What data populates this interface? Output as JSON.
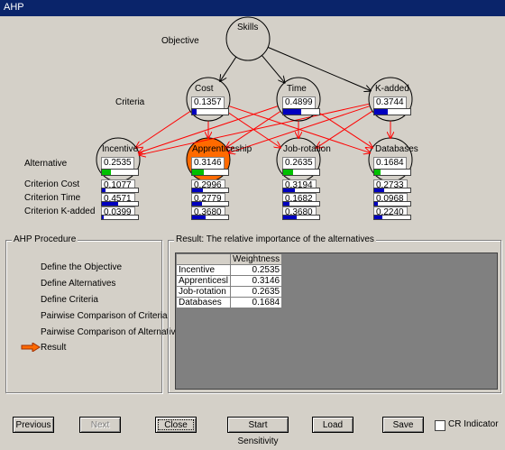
{
  "window": {
    "title": "AHP"
  },
  "diagram": {
    "objective_label": "Objective",
    "criteria_label": "Criteria",
    "alternative_label": "Alternative",
    "root": {
      "title": "Skills"
    },
    "criteria": [
      {
        "title": "Cost",
        "value": "0.1357",
        "level": 0.1357
      },
      {
        "title": "Time",
        "value": "0.4899",
        "level": 0.4899
      },
      {
        "title": "K-added",
        "value": "0.3744",
        "level": 0.3744
      }
    ],
    "alternatives": [
      {
        "title": "Incentive",
        "value": "0.2535",
        "level": 0.2535,
        "highlight": false
      },
      {
        "title": "Apprenticeship",
        "value": "0.3146",
        "level": 0.3146,
        "highlight": true
      },
      {
        "title": "Job-rotation",
        "value": "0.2635",
        "level": 0.2635,
        "highlight": false
      },
      {
        "title": "Databases",
        "value": "0.1684",
        "level": 0.1684,
        "highlight": false
      }
    ],
    "criterion_rows": [
      {
        "label": "Criterion Cost",
        "values": [
          "0.1077",
          "0.2996",
          "0.3194",
          "0.2733"
        ],
        "levels": [
          0.1077,
          0.2996,
          0.3194,
          0.2733
        ]
      },
      {
        "label": "Criterion Time",
        "values": [
          "0.4571",
          "0.2779",
          "0.1682",
          "0.0968"
        ],
        "levels": [
          0.4571,
          0.2779,
          0.1682,
          0.0968
        ]
      },
      {
        "label": "Criterion K-added",
        "values": [
          "0.0399",
          "0.3680",
          "0.3680",
          "0.2240"
        ],
        "levels": [
          0.0399,
          0.368,
          0.368,
          0.224
        ]
      }
    ],
    "colors": {
      "highlight_node": "#ff6a00",
      "link_criteria": "#000000",
      "link_alternatives": "#ff0000",
      "bar_fill": "#0000c0",
      "bar_fill_alt": "#00c000"
    }
  },
  "procedure": {
    "title": "AHP Procedure",
    "steps": [
      "Define the Objective",
      "Define Alternatives",
      "Define Criteria",
      "Pairwise Comparison of Criteria",
      "Pairwise Comparison of Alternatives",
      "Result"
    ],
    "current_step_icon": "right-arrow-icon"
  },
  "result": {
    "title": "Result: The relative importance of the alternatives",
    "column_header": "Weightness",
    "rows": [
      {
        "name": "Incentive",
        "value": "0.2535"
      },
      {
        "name": "Apprenticesl",
        "value": "0.3146"
      },
      {
        "name": "Job-rotation",
        "value": "0.2635"
      },
      {
        "name": "Databases",
        "value": "0.1684"
      }
    ]
  },
  "buttons": {
    "previous": "Previous",
    "next": "Next",
    "close": "Close",
    "start_sensitivity": "Start Sensitivity",
    "load": "Load",
    "save": "Save",
    "cr_indicator": "CR Indicator"
  }
}
